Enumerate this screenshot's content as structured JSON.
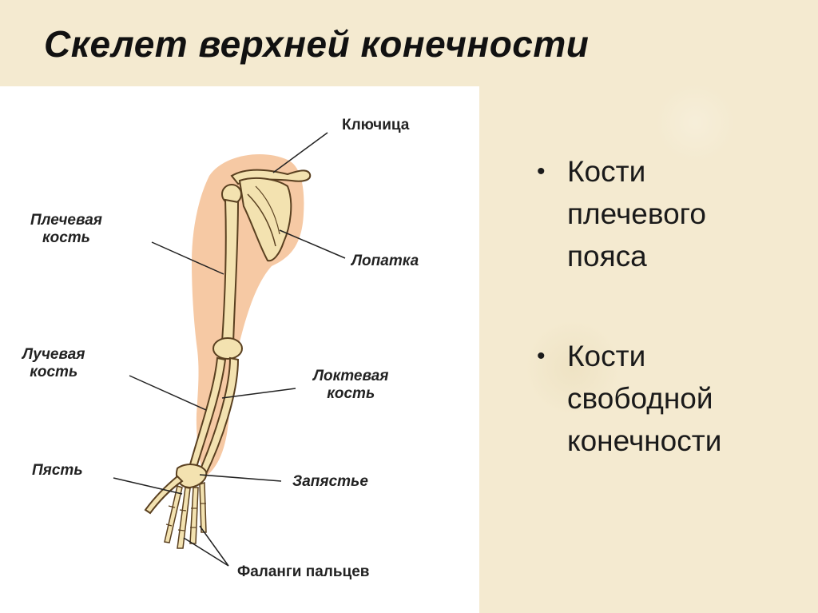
{
  "slide": {
    "title": "Скелет верхней конечности"
  },
  "figure": {
    "labels": {
      "clavicle": "Ключица",
      "humerus": "Плечевая\nкость",
      "scapula": "Лопатка",
      "radius": "Лучевая\nкость",
      "ulna": "Локтевая\nкость",
      "metacarpus": "Пясть",
      "wrist": "Запястье",
      "phalanges": "Фаланги пальцев"
    }
  },
  "bullets": [
    {
      "marker": "•",
      "text": "Кости\nплечевого\nпояса"
    },
    {
      "marker": "•",
      "text": "Кости\nсвободной\nконечности"
    }
  ],
  "colors": {
    "skin": "#f6c9a4",
    "bone": "#f3e2b0",
    "bone_outline": "#5a4020"
  }
}
